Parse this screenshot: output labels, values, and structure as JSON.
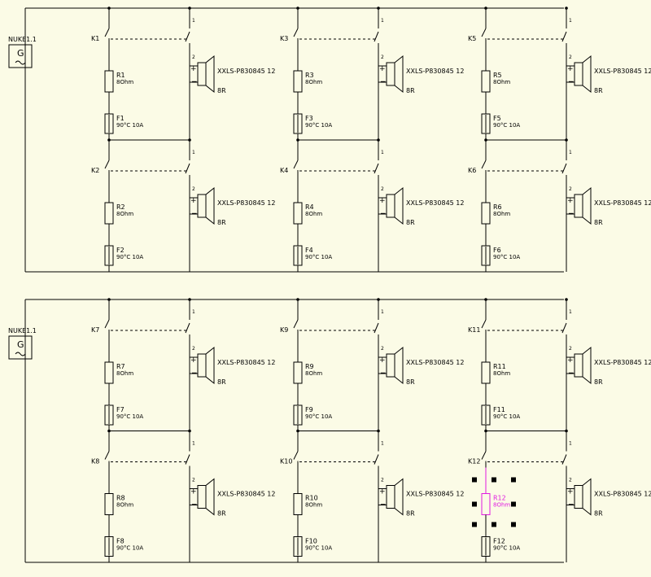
{
  "colors": {
    "background": "#fbfbe6",
    "wire": "#000000",
    "selected": "#e01be0",
    "handle": "#000000"
  },
  "generators": [
    {
      "label": "NUKE1.1",
      "symbol": "G",
      "wave": "~"
    },
    {
      "label": "NUKE1.1",
      "symbol": "G",
      "wave": "~"
    }
  ],
  "cells": [
    {
      "relay": "K1",
      "pin_top": "1",
      "pin_bottom": "2",
      "resistor": "R1",
      "resistor_value": "8Ohm",
      "fuse": "F1",
      "fuse_value": "90°C 10A",
      "speaker_model": "XXLS-P830845 12",
      "speaker_impedance": "8R",
      "selected": false
    },
    {
      "relay": "K2",
      "pin_top": "1",
      "pin_bottom": "2",
      "resistor": "R2",
      "resistor_value": "8Ohm",
      "fuse": "F2",
      "fuse_value": "90°C 10A",
      "speaker_model": "XXLS-P830845 12",
      "speaker_impedance": "8R",
      "selected": false
    },
    {
      "relay": "K3",
      "pin_top": "1",
      "pin_bottom": "2",
      "resistor": "R3",
      "resistor_value": "8Ohm",
      "fuse": "F3",
      "fuse_value": "90°C 10A",
      "speaker_model": "XXLS-P830845 12",
      "speaker_impedance": "8R",
      "selected": false
    },
    {
      "relay": "K4",
      "pin_top": "1",
      "pin_bottom": "2",
      "resistor": "R4",
      "resistor_value": "8Ohm",
      "fuse": "F4",
      "fuse_value": "90°C 10A",
      "speaker_model": "XXLS-P830845 12",
      "speaker_impedance": "8R",
      "selected": false
    },
    {
      "relay": "K5",
      "pin_top": "1",
      "pin_bottom": "2",
      "resistor": "R5",
      "resistor_value": "8Ohm",
      "fuse": "F5",
      "fuse_value": "90°C 10A",
      "speaker_model": "XXLS-P830845 12",
      "speaker_impedance": "8R",
      "selected": false
    },
    {
      "relay": "K6",
      "pin_top": "1",
      "pin_bottom": "2",
      "resistor": "R6",
      "resistor_value": "8Ohm",
      "fuse": "F6",
      "fuse_value": "90°C 10A",
      "speaker_model": "XXLS-P830845 12",
      "speaker_impedance": "8R",
      "selected": false
    },
    {
      "relay": "K7",
      "pin_top": "1",
      "pin_bottom": "2",
      "resistor": "R7",
      "resistor_value": "8Ohm",
      "fuse": "F7",
      "fuse_value": "90°C 10A",
      "speaker_model": "XXLS-P830845 12",
      "speaker_impedance": "8R",
      "selected": false
    },
    {
      "relay": "K8",
      "pin_top": "1",
      "pin_bottom": "2",
      "resistor": "R8",
      "resistor_value": "8Ohm",
      "fuse": "F8",
      "fuse_value": "90°C 10A",
      "speaker_model": "XXLS-P830845 12",
      "speaker_impedance": "8R",
      "selected": false
    },
    {
      "relay": "K9",
      "pin_top": "1",
      "pin_bottom": "2",
      "resistor": "R9",
      "resistor_value": "8Ohm",
      "fuse": "F9",
      "fuse_value": "90°C 10A",
      "speaker_model": "XXLS-P830845 12",
      "speaker_impedance": "8R",
      "selected": false
    },
    {
      "relay": "K10",
      "pin_top": "1",
      "pin_bottom": "2",
      "resistor": "R10",
      "resistor_value": "8Ohm",
      "fuse": "F10",
      "fuse_value": "90°C 10A",
      "speaker_model": "XXLS-P830845 12",
      "speaker_impedance": "8R",
      "selected": false
    },
    {
      "relay": "K11",
      "pin_top": "1",
      "pin_bottom": "2",
      "resistor": "R11",
      "resistor_value": "8Ohm",
      "fuse": "F11",
      "fuse_value": "90°C 10A",
      "speaker_model": "XXLS-P830845 12",
      "speaker_impedance": "8R",
      "selected": false
    },
    {
      "relay": "K12",
      "pin_top": "1",
      "pin_bottom": "2",
      "resistor": "R12",
      "resistor_value": "8Ohm",
      "fuse": "F12",
      "fuse_value": "90°C 10A",
      "speaker_model": "XXLS-P830845 12",
      "speaker_impedance": "8R",
      "selected": true
    }
  ]
}
